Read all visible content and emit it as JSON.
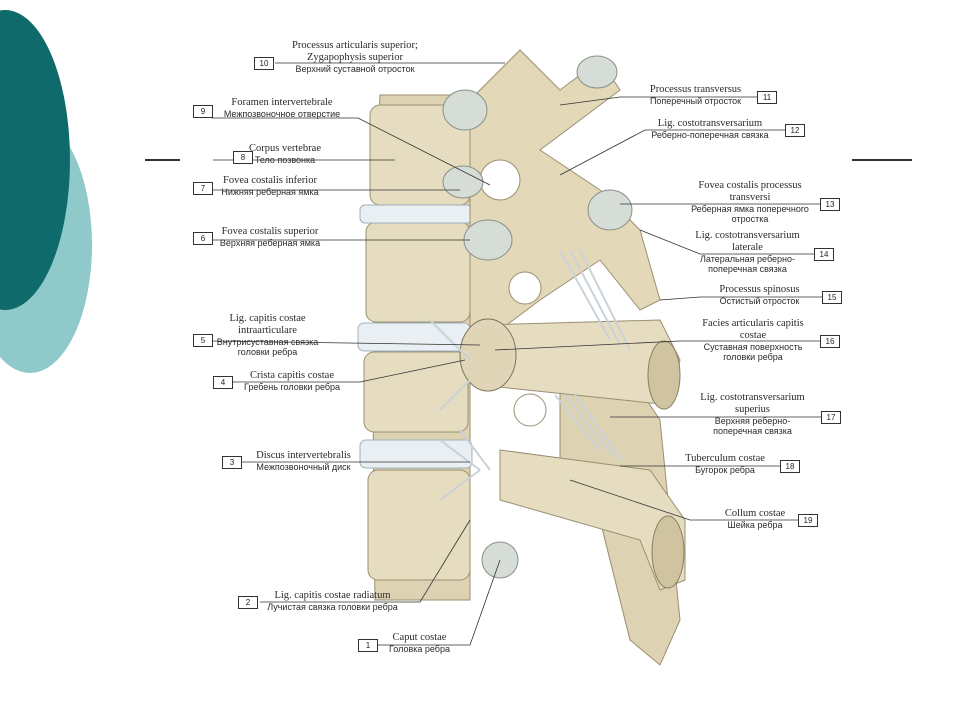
{
  "colors": {
    "teal_dark": "#0f6b6b",
    "teal_light": "#8fc9c9",
    "bone": "#e6dcbf",
    "ligament": "#e9eff2"
  },
  "labels": [
    {
      "num": "10",
      "lat": [
        "Processus articularis superior;",
        "Zygapophysis superior"
      ],
      "rus": [
        "Верхний суставной отросток"
      ]
    },
    {
      "num": "9",
      "lat": [
        "Foramen intervertebrale"
      ],
      "rus": [
        "Межпозвоночное отверстие"
      ]
    },
    {
      "num": "8",
      "lat": [
        "Corpus vertebrae"
      ],
      "rus": [
        "Тело позвонка"
      ]
    },
    {
      "num": "7",
      "lat": [
        "Fovea costalis inferior"
      ],
      "rus": [
        "Нижняя реберная ямка"
      ]
    },
    {
      "num": "6",
      "lat": [
        "Fovea costalis superior"
      ],
      "rus": [
        "Верхняя реберная ямка"
      ]
    },
    {
      "num": "5",
      "lat": [
        "Lig. capitis costae",
        "intraarticulare"
      ],
      "rus": [
        "Внутрисуставная связка",
        "головки ребра"
      ]
    },
    {
      "num": "4",
      "lat": [
        "Crista capitis costae"
      ],
      "rus": [
        "Гребень головки ребра"
      ]
    },
    {
      "num": "3",
      "lat": [
        "Discus intervertebralis"
      ],
      "rus": [
        "Межпозвоночный диск"
      ]
    },
    {
      "num": "2",
      "lat": [
        "Lig. capitis costae radiatum"
      ],
      "rus": [
        "Лучистая связка головки ребра"
      ]
    },
    {
      "num": "1",
      "lat": [
        "Caput costae"
      ],
      "rus": [
        "Головка ребра"
      ]
    },
    {
      "num": "11",
      "lat": [
        "Processus transversus"
      ],
      "rus": [
        "Поперечный отросток"
      ]
    },
    {
      "num": "12",
      "lat": [
        "Lig. costotransversarium"
      ],
      "rus": [
        "Реберно-поперечная связка"
      ]
    },
    {
      "num": "13",
      "lat": [
        "Fovea costalis processus",
        "transversi"
      ],
      "rus": [
        "Реберная ямка поперечного",
        "отростка"
      ]
    },
    {
      "num": "14",
      "lat": [
        "Lig. costotransversarium",
        "laterale"
      ],
      "rus": [
        "Латеральная реберно-",
        "поперечная связка"
      ]
    },
    {
      "num": "15",
      "lat": [
        "Processus spinosus"
      ],
      "rus": [
        "Остистый отросток"
      ]
    },
    {
      "num": "16",
      "lat": [
        "Facies articularis capitis",
        "costae"
      ],
      "rus": [
        "Суставная поверхность",
        "головки ребра"
      ]
    },
    {
      "num": "17",
      "lat": [
        "Lig. costotransversarium",
        "superius"
      ],
      "rus": [
        "Верхняя реберно-",
        "поперечная связка"
      ]
    },
    {
      "num": "18",
      "lat": [
        "Tuberculum costae"
      ],
      "rus": [
        "Бугорок ребра"
      ]
    },
    {
      "num": "19",
      "lat": [
        "Collum costae"
      ],
      "rus": [
        "Шейка ребра"
      ]
    }
  ]
}
